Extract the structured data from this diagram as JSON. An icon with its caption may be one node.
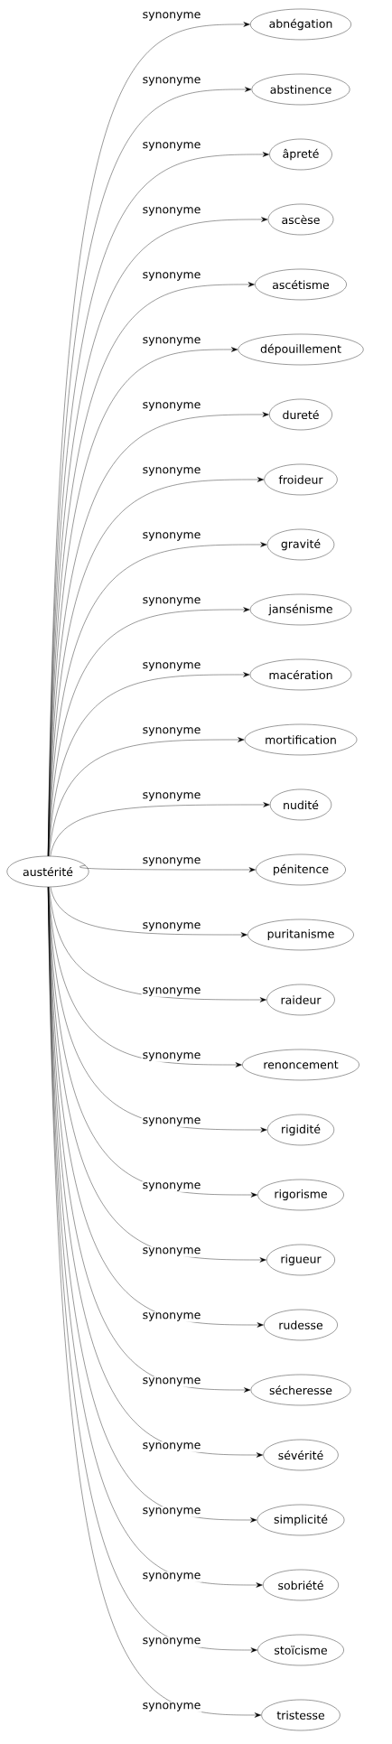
{
  "diagram": {
    "nodes": [
      {
        "text": [
          "austérité"
        ]
      },
      {
        "text": [
          "abnégation"
        ]
      },
      {
        "text": [
          "abstinence"
        ]
      },
      {
        "text": [
          "âpreté"
        ]
      },
      {
        "text": [
          "ascèse"
        ]
      },
      {
        "text": [
          "ascétisme"
        ]
      },
      {
        "text": [
          "dépouillement"
        ]
      },
      {
        "text": [
          "dureté"
        ]
      },
      {
        "text": [
          "froideur"
        ]
      },
      {
        "text": [
          "gravité"
        ]
      },
      {
        "text": [
          "jansénisme"
        ]
      },
      {
        "text": [
          "macération"
        ]
      },
      {
        "text": [
          "mortification"
        ]
      },
      {
        "text": [
          "nudité"
        ]
      },
      {
        "text": [
          "pénitence"
        ]
      },
      {
        "text": [
          "puritanisme"
        ]
      },
      {
        "text": [
          "raideur"
        ]
      },
      {
        "text": [
          "renoncement"
        ]
      },
      {
        "text": [
          "rigidité"
        ]
      },
      {
        "text": [
          "rigorisme"
        ]
      },
      {
        "text": [
          "rigueur"
        ]
      },
      {
        "text": [
          "rudesse"
        ]
      },
      {
        "text": [
          "sécheresse"
        ]
      },
      {
        "text": [
          "sévérité"
        ]
      },
      {
        "text": [
          "simplicité"
        ]
      },
      {
        "text": [
          "sobriété"
        ]
      },
      {
        "text": [
          "stoïcisme"
        ]
      },
      {
        "text": [
          "tristesse"
        ]
      }
    ],
    "edges": [
      {
        "from": 0,
        "to": 1,
        "arrow": "to",
        "label": "synonyme"
      },
      {
        "from": 0,
        "to": 2,
        "arrow": "to",
        "label": "synonyme"
      },
      {
        "from": 0,
        "to": 3,
        "arrow": "to",
        "label": "synonyme"
      },
      {
        "from": 0,
        "to": 4,
        "arrow": "to",
        "label": "synonyme"
      },
      {
        "from": 0,
        "to": 5,
        "arrow": "to",
        "label": "synonyme"
      },
      {
        "from": 0,
        "to": 6,
        "arrow": "to",
        "label": "synonyme"
      },
      {
        "from": 0,
        "to": 7,
        "arrow": "to",
        "label": "synonyme"
      },
      {
        "from": 0,
        "to": 8,
        "arrow": "to",
        "label": "synonyme"
      },
      {
        "from": 0,
        "to": 9,
        "arrow": "to",
        "label": "synonyme"
      },
      {
        "from": 0,
        "to": 10,
        "arrow": "to",
        "label": "synonyme"
      },
      {
        "from": 0,
        "to": 11,
        "arrow": "to",
        "label": "synonyme"
      },
      {
        "from": 0,
        "to": 12,
        "arrow": "to",
        "label": "synonyme"
      },
      {
        "from": 0,
        "to": 13,
        "arrow": "to",
        "label": "synonyme"
      },
      {
        "from": 0,
        "to": 14,
        "arrow": "to",
        "label": "synonyme"
      },
      {
        "from": 0,
        "to": 15,
        "arrow": "to",
        "label": "synonyme"
      },
      {
        "from": 0,
        "to": 16,
        "arrow": "to",
        "label": "synonyme"
      },
      {
        "from": 0,
        "to": 17,
        "arrow": "to",
        "label": "synonyme"
      },
      {
        "from": 0,
        "to": 18,
        "arrow": "to",
        "label": "synonyme"
      },
      {
        "from": 0,
        "to": 19,
        "arrow": "to",
        "label": "synonyme"
      },
      {
        "from": 0,
        "to": 20,
        "arrow": "to",
        "label": "synonyme"
      },
      {
        "from": 0,
        "to": 21,
        "arrow": "to",
        "label": "synonyme"
      },
      {
        "from": 0,
        "to": 22,
        "arrow": "to",
        "label": "synonyme"
      },
      {
        "from": 0,
        "to": 23,
        "arrow": "to",
        "label": "synonyme"
      },
      {
        "from": 0,
        "to": 24,
        "arrow": "to",
        "label": "synonyme"
      },
      {
        "from": 0,
        "to": 25,
        "arrow": "to",
        "label": "synonyme"
      },
      {
        "from": 0,
        "to": 26,
        "arrow": "to",
        "label": "synonyme"
      },
      {
        "from": 0,
        "to": 27,
        "arrow": "to",
        "label": "synonyme"
      }
    ]
  }
}
